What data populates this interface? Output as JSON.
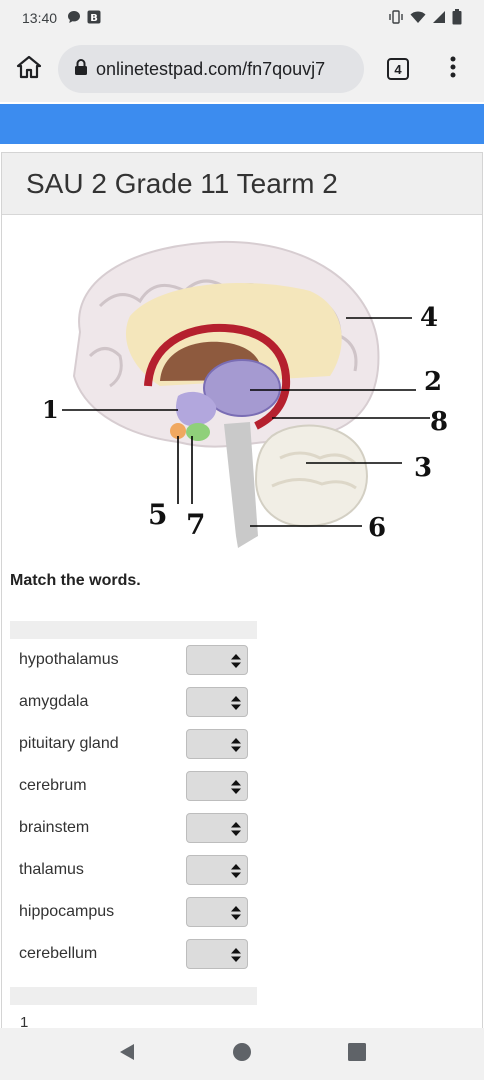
{
  "status_bar": {
    "time": "13:40",
    "left_icons": [
      "message-icon",
      "b-badge-icon"
    ],
    "right_icons": [
      "vibrate-icon",
      "wifi-icon",
      "signal-icon",
      "battery-icon"
    ]
  },
  "browser": {
    "url": "onlinetestpad.com/fn7qouvj7",
    "tab_count": "4"
  },
  "colors": {
    "accent_bar": "#3c8cef",
    "header_bg": "#efefef"
  },
  "test": {
    "title": "SAU 2 Grade 11 Tearm 2",
    "instruction": "Match the words.",
    "diagram_labels": [
      "1",
      "2",
      "3",
      "4",
      "5",
      "6",
      "7",
      "8"
    ],
    "items": [
      {
        "label": "hypothalamus",
        "value": ""
      },
      {
        "label": "amygdala",
        "value": ""
      },
      {
        "label": "pituitary gland",
        "value": ""
      },
      {
        "label": "cerebrum",
        "value": ""
      },
      {
        "label": "brainstem",
        "value": ""
      },
      {
        "label": "thalamus",
        "value": ""
      },
      {
        "label": "hippocampus",
        "value": ""
      },
      {
        "label": "cerebellum",
        "value": ""
      }
    ],
    "page_number": "1"
  }
}
